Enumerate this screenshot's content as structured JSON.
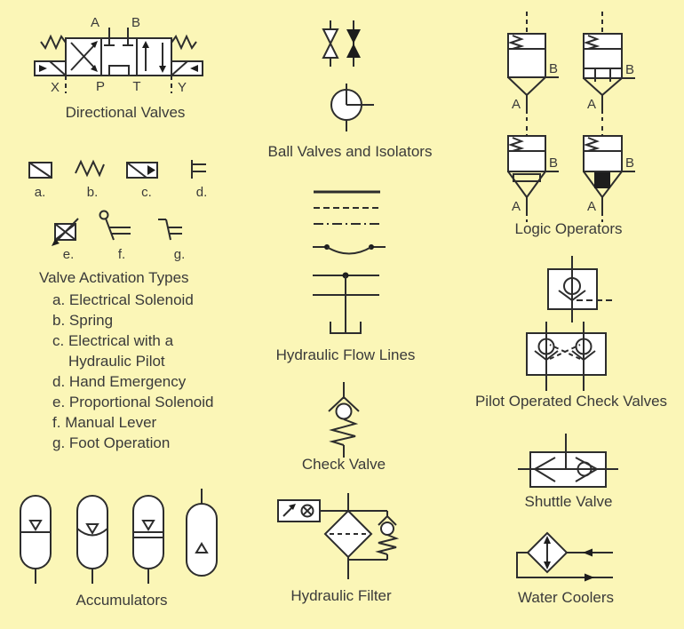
{
  "canvas": {
    "background": "#FBF6B7",
    "line_color": "#2d2d2d",
    "text_color": "#3a3a3a"
  },
  "sections": {
    "directional_valves": {
      "caption": "Directional Valves",
      "ports": {
        "a": "A",
        "b": "B",
        "p": "P",
        "t": "T",
        "x": "X",
        "y": "Y"
      }
    },
    "valve_activation": {
      "caption": "Valve Activation Types",
      "letters": [
        "a.",
        "b.",
        "c.",
        "d.",
        "e.",
        "f.",
        "g."
      ],
      "list": [
        {
          "key": "a.",
          "text": "Electrical Solenoid"
        },
        {
          "key": "b.",
          "text": "Spring"
        },
        {
          "key": "c.",
          "text": "Electrical with a"
        },
        {
          "key": "",
          "text": "Hydraulic Pilot"
        },
        {
          "key": "d.",
          "text": "Hand Emergency"
        },
        {
          "key": "e.",
          "text": "Proportional Solenoid"
        },
        {
          "key": "f.",
          "text": "Manual Lever"
        },
        {
          "key": "g.",
          "text": "Foot Operation"
        }
      ]
    },
    "accumulators": {
      "caption": "Accumulators"
    },
    "ball_valves": {
      "caption": "Ball Valves and Isolators"
    },
    "flow_lines": {
      "caption": "Hydraulic Flow Lines"
    },
    "check_valve": {
      "caption": "Check Valve"
    },
    "hydraulic_filter": {
      "caption": "Hydraulic Filter"
    },
    "logic_operators": {
      "caption": "Logic Operators",
      "port_a": "A",
      "port_b": "B"
    },
    "pilot_check_valves": {
      "caption": "Pilot Operated Check Valves"
    },
    "shuttle_valve": {
      "caption": "Shuttle Valve"
    },
    "water_coolers": {
      "caption": "Water Coolers"
    }
  }
}
